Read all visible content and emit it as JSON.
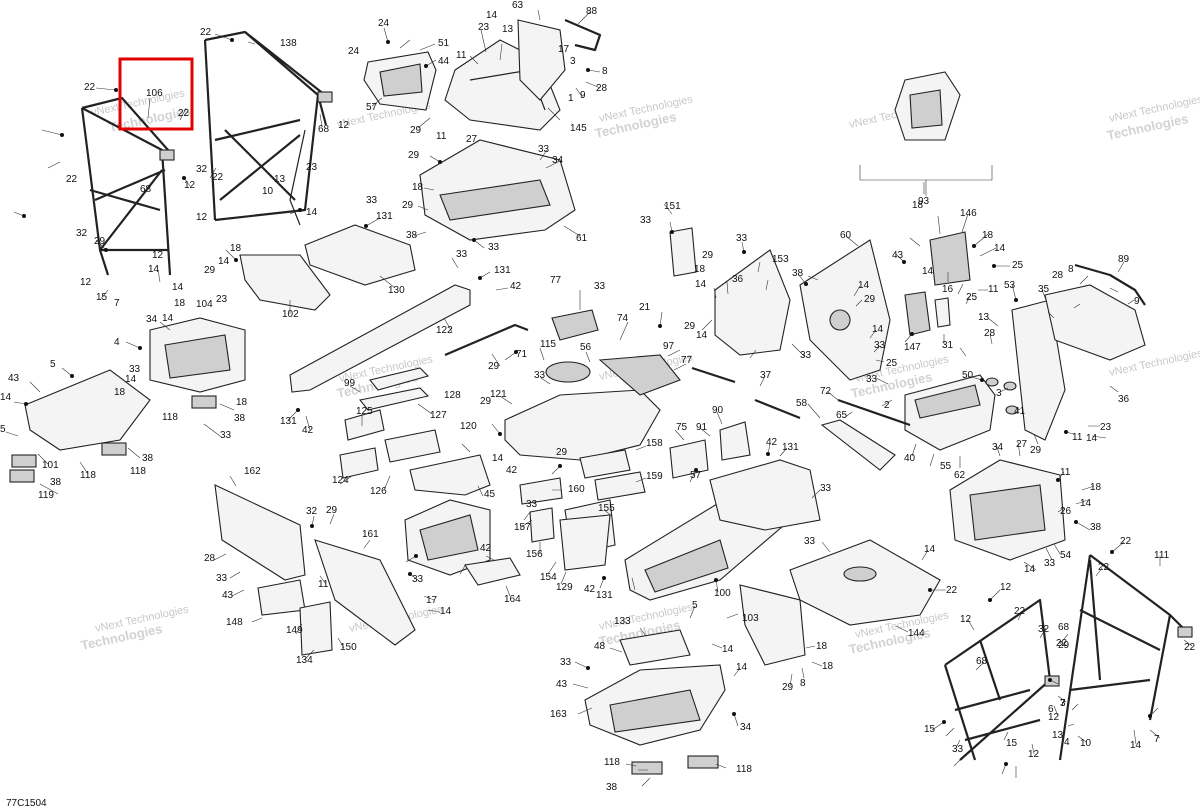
{
  "diagram": {
    "code": "77C1504",
    "watermark": {
      "line1": "vNext Technologies",
      "line2": "Technologies"
    },
    "highlight_part": "106",
    "callouts": [
      {
        "id": "l22a",
        "t": "22"
      },
      {
        "id": "l138",
        "t": "138"
      },
      {
        "id": "l22b",
        "t": "22"
      },
      {
        "id": "l106",
        "t": "106"
      },
      {
        "id": "l22c",
        "t": "22"
      },
      {
        "id": "l68a",
        "t": "68"
      },
      {
        "id": "l12a",
        "t": "12"
      },
      {
        "id": "l32a",
        "t": "32"
      },
      {
        "id": "l22d",
        "t": "22"
      },
      {
        "id": "l68b",
        "t": "68"
      },
      {
        "id": "l12b",
        "t": "12"
      },
      {
        "id": "l22e",
        "t": "22"
      },
      {
        "id": "l32b",
        "t": "32"
      },
      {
        "id": "l29a",
        "t": "29"
      },
      {
        "id": "l13a",
        "t": "13"
      },
      {
        "id": "l23a",
        "t": "23"
      },
      {
        "id": "l10a",
        "t": "10"
      },
      {
        "id": "l14a",
        "t": "14"
      },
      {
        "id": "l12c",
        "t": "12"
      },
      {
        "id": "l12d",
        "t": "12"
      },
      {
        "id": "l14b",
        "t": "14"
      },
      {
        "id": "l12e",
        "t": "12"
      },
      {
        "id": "l15a",
        "t": "15"
      },
      {
        "id": "l7a",
        "t": "7"
      },
      {
        "id": "l63",
        "t": "63"
      },
      {
        "id": "l88",
        "t": "88"
      },
      {
        "id": "l14c",
        "t": "14"
      },
      {
        "id": "l23b",
        "t": "23"
      },
      {
        "id": "l13b",
        "t": "13"
      },
      {
        "id": "l17a",
        "t": "17"
      },
      {
        "id": "l24a",
        "t": "24"
      },
      {
        "id": "l24b",
        "t": "24"
      },
      {
        "id": "l51",
        "t": "51"
      },
      {
        "id": "l44",
        "t": "44"
      },
      {
        "id": "l11a",
        "t": "11"
      },
      {
        "id": "l3a",
        "t": "3"
      },
      {
        "id": "l8a",
        "t": "8"
      },
      {
        "id": "l28a",
        "t": "28"
      },
      {
        "id": "l9a",
        "t": "9"
      },
      {
        "id": "l1a",
        "t": "1"
      },
      {
        "id": "l57",
        "t": "57"
      },
      {
        "id": "l29b",
        "t": "29"
      },
      {
        "id": "l145",
        "t": "145"
      },
      {
        "id": "l11b",
        "t": "11"
      },
      {
        "id": "l27a",
        "t": "27"
      },
      {
        "id": "l29c",
        "t": "29"
      },
      {
        "id": "l33a",
        "t": "33"
      },
      {
        "id": "l34a",
        "t": "34"
      },
      {
        "id": "l18a",
        "t": "18"
      },
      {
        "id": "l29d",
        "t": "29"
      },
      {
        "id": "l38a",
        "t": "38"
      },
      {
        "id": "l33b",
        "t": "33"
      },
      {
        "id": "l61",
        "t": "61"
      },
      {
        "id": "l33c",
        "t": "33"
      },
      {
        "id": "l131a",
        "t": "131"
      },
      {
        "id": "l130",
        "t": "130"
      },
      {
        "id": "l18b",
        "t": "18"
      },
      {
        "id": "l14d",
        "t": "14"
      },
      {
        "id": "l29e",
        "t": "29"
      },
      {
        "id": "l23c",
        "t": "23"
      },
      {
        "id": "l102",
        "t": "102"
      },
      {
        "id": "l33d",
        "t": "33"
      },
      {
        "id": "l131b",
        "t": "131"
      },
      {
        "id": "l42a",
        "t": "42"
      },
      {
        "id": "l122",
        "t": "122"
      },
      {
        "id": "l14e",
        "t": "14"
      },
      {
        "id": "l18c",
        "t": "18"
      },
      {
        "id": "l4",
        "t": "4"
      },
      {
        "id": "l34b",
        "t": "34"
      },
      {
        "id": "l14f",
        "t": "14"
      },
      {
        "id": "l104",
        "t": "104"
      },
      {
        "id": "l18d",
        "t": "18"
      },
      {
        "id": "l118a",
        "t": "118"
      },
      {
        "id": "l38b",
        "t": "38"
      },
      {
        "id": "l33e",
        "t": "33"
      },
      {
        "id": "l5a",
        "t": "5"
      },
      {
        "id": "l33f",
        "t": "33"
      },
      {
        "id": "l43a",
        "t": "43"
      },
      {
        "id": "l14g",
        "t": "14"
      },
      {
        "id": "l18e",
        "t": "18"
      },
      {
        "id": "l5b",
        "t": "5"
      },
      {
        "id": "l14h",
        "t": "14"
      },
      {
        "id": "l101",
        "t": "101"
      },
      {
        "id": "l118b",
        "t": "118"
      },
      {
        "id": "l38c",
        "t": "38"
      },
      {
        "id": "l118c",
        "t": "118"
      },
      {
        "id": "l38d",
        "t": "38"
      },
      {
        "id": "l119",
        "t": "119"
      },
      {
        "id": "l33g",
        "t": "33"
      },
      {
        "id": "l77a",
        "t": "77"
      },
      {
        "id": "l21",
        "t": "21"
      },
      {
        "id": "l74",
        "t": "74"
      },
      {
        "id": "l29f",
        "t": "29"
      },
      {
        "id": "l71",
        "t": "71"
      },
      {
        "id": "l115",
        "t": "115"
      },
      {
        "id": "l56",
        "t": "56"
      },
      {
        "id": "l97",
        "t": "97"
      },
      {
        "id": "l77b",
        "t": "77"
      },
      {
        "id": "l33h",
        "t": "33"
      },
      {
        "id": "l99",
        "t": "99"
      },
      {
        "id": "l128",
        "t": "128"
      },
      {
        "id": "l127",
        "t": "127"
      },
      {
        "id": "l131c",
        "t": "131"
      },
      {
        "id": "l42b",
        "t": "42"
      },
      {
        "id": "l125",
        "t": "125"
      },
      {
        "id": "l121",
        "t": "121"
      },
      {
        "id": "l29g",
        "t": "29"
      },
      {
        "id": "l120",
        "t": "120"
      },
      {
        "id": "l14i",
        "t": "14"
      },
      {
        "id": "l42c",
        "t": "42"
      },
      {
        "id": "l29h",
        "t": "29"
      },
      {
        "id": "l124",
        "t": "124"
      },
      {
        "id": "l126",
        "t": "126"
      },
      {
        "id": "l158",
        "t": "158"
      },
      {
        "id": "l159",
        "t": "159"
      },
      {
        "id": "l45",
        "t": "45"
      },
      {
        "id": "l160",
        "t": "160"
      },
      {
        "id": "l157",
        "t": "157"
      },
      {
        "id": "l155",
        "t": "155"
      },
      {
        "id": "l33i",
        "t": "33"
      },
      {
        "id": "l156",
        "t": "156"
      },
      {
        "id": "l154",
        "t": "154"
      },
      {
        "id": "l129",
        "t": "129"
      },
      {
        "id": "l42d",
        "t": "42"
      },
      {
        "id": "l131d",
        "t": "131"
      },
      {
        "id": "l164",
        "t": "164"
      },
      {
        "id": "l42e",
        "t": "42"
      },
      {
        "id": "l162",
        "t": "162"
      },
      {
        "id": "l32c",
        "t": "32"
      },
      {
        "id": "l29i",
        "t": "29"
      },
      {
        "id": "l161",
        "t": "161"
      },
      {
        "id": "l28b",
        "t": "28"
      },
      {
        "id": "l33j",
        "t": "33"
      },
      {
        "id": "l43b",
        "t": "43"
      },
      {
        "id": "l11c",
        "t": "11"
      },
      {
        "id": "l33k",
        "t": "33"
      },
      {
        "id": "l17b",
        "t": "17"
      },
      {
        "id": "l14j",
        "t": "14"
      },
      {
        "id": "l148",
        "t": "148"
      },
      {
        "id": "l149",
        "t": "149"
      },
      {
        "id": "l150",
        "t": "150"
      },
      {
        "id": "l134",
        "t": "134"
      },
      {
        "id": "l33l",
        "t": "33"
      },
      {
        "id": "l151",
        "t": "151"
      },
      {
        "id": "l33m",
        "t": "33"
      },
      {
        "id": "l153",
        "t": "153"
      },
      {
        "id": "l29j",
        "t": "29"
      },
      {
        "id": "l18f",
        "t": "18"
      },
      {
        "id": "l36",
        "t": "36"
      },
      {
        "id": "l14k",
        "t": "14"
      },
      {
        "id": "l29k",
        "t": "29"
      },
      {
        "id": "l14l",
        "t": "14"
      },
      {
        "id": "l33n",
        "t": "33"
      },
      {
        "id": "l37",
        "t": "37"
      },
      {
        "id": "l75",
        "t": "75"
      },
      {
        "id": "l91",
        "t": "91"
      },
      {
        "id": "l90",
        "t": "90"
      },
      {
        "id": "l42f",
        "t": "42"
      },
      {
        "id": "l131e",
        "t": "131"
      },
      {
        "id": "l33o",
        "t": "33"
      },
      {
        "id": "l57b",
        "t": "57"
      },
      {
        "id": "l100",
        "t": "100"
      },
      {
        "id": "l5c",
        "t": "5"
      },
      {
        "id": "l133",
        "t": "133"
      },
      {
        "id": "l48",
        "t": "48"
      },
      {
        "id": "l14m",
        "t": "14"
      },
      {
        "id": "l103",
        "t": "103"
      },
      {
        "id": "l18g",
        "t": "18"
      },
      {
        "id": "l18h",
        "t": "18"
      },
      {
        "id": "l14n",
        "t": "14"
      },
      {
        "id": "l29l",
        "t": "29"
      },
      {
        "id": "l8b",
        "t": "8"
      },
      {
        "id": "l33p",
        "t": "33"
      },
      {
        "id": "l43c",
        "t": "43"
      },
      {
        "id": "l163",
        "t": "163"
      },
      {
        "id": "l34c",
        "t": "34"
      },
      {
        "id": "l118d",
        "t": "118"
      },
      {
        "id": "l38e",
        "t": "38"
      },
      {
        "id": "l118e",
        "t": "118"
      },
      {
        "id": "l93",
        "t": "93"
      },
      {
        "id": "l60",
        "t": "60"
      },
      {
        "id": "l38f",
        "t": "38"
      },
      {
        "id": "l14o",
        "t": "14"
      },
      {
        "id": "l29m",
        "t": "29"
      },
      {
        "id": "l43d",
        "t": "43"
      },
      {
        "id": "l14p",
        "t": "14"
      },
      {
        "id": "l33q",
        "t": "33"
      },
      {
        "id": "l25a",
        "t": "25"
      },
      {
        "id": "l18i",
        "t": "18"
      },
      {
        "id": "l146",
        "t": "146"
      },
      {
        "id": "l18j",
        "t": "18"
      },
      {
        "id": "l14q",
        "t": "14"
      },
      {
        "id": "l25b",
        "t": "25"
      },
      {
        "id": "l14r",
        "t": "14"
      },
      {
        "id": "l16",
        "t": "16"
      },
      {
        "id": "l25c",
        "t": "25"
      },
      {
        "id": "l11d",
        "t": "11"
      },
      {
        "id": "l147",
        "t": "147"
      },
      {
        "id": "l31",
        "t": "31"
      },
      {
        "id": "l33r",
        "t": "33"
      },
      {
        "id": "l2",
        "t": "2"
      },
      {
        "id": "l72",
        "t": "72"
      },
      {
        "id": "l65",
        "t": "65"
      },
      {
        "id": "l58",
        "t": "58"
      },
      {
        "id": "l40",
        "t": "40"
      },
      {
        "id": "l55",
        "t": "55"
      },
      {
        "id": "l62",
        "t": "62"
      },
      {
        "id": "l89",
        "t": "89"
      },
      {
        "id": "l28c",
        "t": "28"
      },
      {
        "id": "l8c",
        "t": "8"
      },
      {
        "id": "l9b",
        "t": "9"
      },
      {
        "id": "l53",
        "t": "53"
      },
      {
        "id": "l35",
        "t": "35"
      },
      {
        "id": "l13c",
        "t": "13"
      },
      {
        "id": "l28d",
        "t": "28"
      },
      {
        "id": "l50",
        "t": "50"
      },
      {
        "id": "l3b",
        "t": "3"
      },
      {
        "id": "l41",
        "t": "41"
      },
      {
        "id": "l36b",
        "t": "36"
      },
      {
        "id": "l11e",
        "t": "11"
      },
      {
        "id": "l14s",
        "t": "14"
      },
      {
        "id": "l23d",
        "t": "23"
      },
      {
        "id": "l29n",
        "t": "29"
      },
      {
        "id": "l34d",
        "t": "34"
      },
      {
        "id": "l27b",
        "t": "27"
      },
      {
        "id": "l11f",
        "t": "11"
      },
      {
        "id": "l18k",
        "t": "18"
      },
      {
        "id": "l14t",
        "t": "14"
      },
      {
        "id": "l26",
        "t": "26"
      },
      {
        "id": "l38g",
        "t": "38"
      },
      {
        "id": "l14u",
        "t": "14"
      },
      {
        "id": "l33s",
        "t": "33"
      },
      {
        "id": "l54",
        "t": "54"
      },
      {
        "id": "l33t",
        "t": "33"
      },
      {
        "id": "l14v",
        "t": "14"
      },
      {
        "id": "l22f",
        "t": "22"
      },
      {
        "id": "l144",
        "t": "144"
      },
      {
        "id": "l22g",
        "t": "22"
      },
      {
        "id": "l111",
        "t": "111"
      },
      {
        "id": "l22h",
        "t": "22"
      },
      {
        "id": "l22i",
        "t": "22"
      },
      {
        "id": "l12f",
        "t": "12"
      },
      {
        "id": "l12g",
        "t": "12"
      },
      {
        "id": "l32d",
        "t": "32"
      },
      {
        "id": "l22j",
        "t": "22"
      },
      {
        "id": "l68c",
        "t": "68"
      },
      {
        "id": "l29o",
        "t": "29"
      },
      {
        "id": "l22k",
        "t": "22"
      },
      {
        "id": "l68d",
        "t": "68"
      },
      {
        "id": "l6",
        "t": "6"
      },
      {
        "id": "l7b",
        "t": "7"
      },
      {
        "id": "l15b",
        "t": "15"
      },
      {
        "id": "l12h",
        "t": "12"
      },
      {
        "id": "l3c",
        "t": "3"
      },
      {
        "id": "l13d",
        "t": "13"
      },
      {
        "id": "l4b",
        "t": "4"
      },
      {
        "id": "l10b",
        "t": "10"
      },
      {
        "id": "l14w",
        "t": "14"
      },
      {
        "id": "l7c",
        "t": "7"
      },
      {
        "id": "l15c",
        "t": "15"
      },
      {
        "id": "l12i",
        "t": "12"
      },
      {
        "id": "l33u",
        "t": "33"
      }
    ]
  }
}
